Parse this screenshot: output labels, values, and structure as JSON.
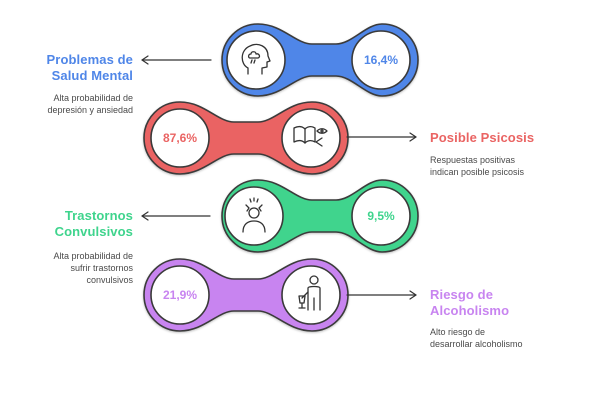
{
  "colors": {
    "blue": "#4f86e8",
    "red": "#ea6463",
    "green": "#3fd48d",
    "purple": "#c884f0"
  },
  "items": [
    {
      "title_line1": "Problemas de",
      "title_line2": "Salud Mental",
      "desc_line1": "Alta probabilidad de",
      "desc_line2": "depresión y ansiedad",
      "desc_line3": "",
      "value": "16,4%",
      "icon": "head-cloud-icon",
      "color": "#4f86e8"
    },
    {
      "title_line1": "Posible Psicosis",
      "title_line2": "",
      "desc_line1": "Respuestas positivas",
      "desc_line2": "indican posible psicosis",
      "desc_line3": "",
      "value": "87,6%",
      "icon": "book-eye-icon",
      "color": "#ea6463"
    },
    {
      "title_line1": "Trastornos",
      "title_line2": "Convulsivos",
      "desc_line1": "Alta probabilidad de",
      "desc_line2": "sufrir trastornos",
      "desc_line3": "convulsivos",
      "value": "9,5%",
      "icon": "person-shaking-icon",
      "color": "#3fd48d"
    },
    {
      "title_line1": "Riesgo de",
      "title_line2": "Alcoholismo",
      "desc_line1": "Alto riesgo de",
      "desc_line2": "desarrollar alcoholismo",
      "desc_line3": "",
      "value": "21,9%",
      "icon": "person-drink-icon",
      "color": "#c884f0"
    }
  ]
}
